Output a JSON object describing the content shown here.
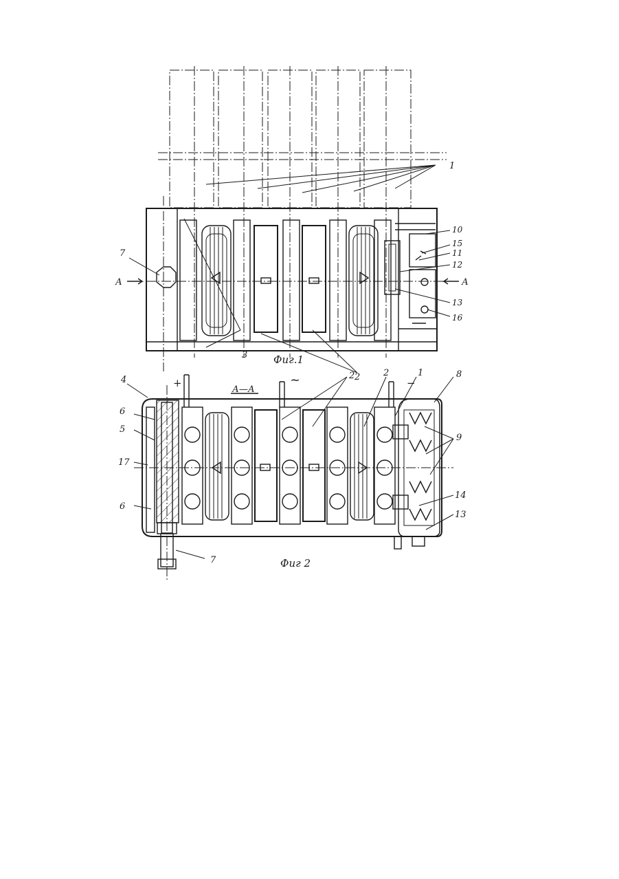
{
  "figure_1": {
    "caption": "Фиг.1",
    "section_marks": [
      "А",
      "А"
    ],
    "symbol_ac": "~",
    "callouts": [
      "1",
      "3",
      "2",
      "7",
      "10",
      "15",
      "11",
      "12",
      "13",
      "16"
    ]
  },
  "figure_2": {
    "caption": "Фиг 2",
    "section_title": "А—А",
    "plus_sign": "+",
    "minus_sign": "−",
    "callouts": [
      "4",
      "6",
      "5",
      "17",
      "6",
      "7",
      "2",
      "2",
      "1",
      "8",
      "9",
      "14",
      "13"
    ]
  },
  "colors": {
    "ink": "#1a1a1a",
    "paper": "#ffffff"
  }
}
